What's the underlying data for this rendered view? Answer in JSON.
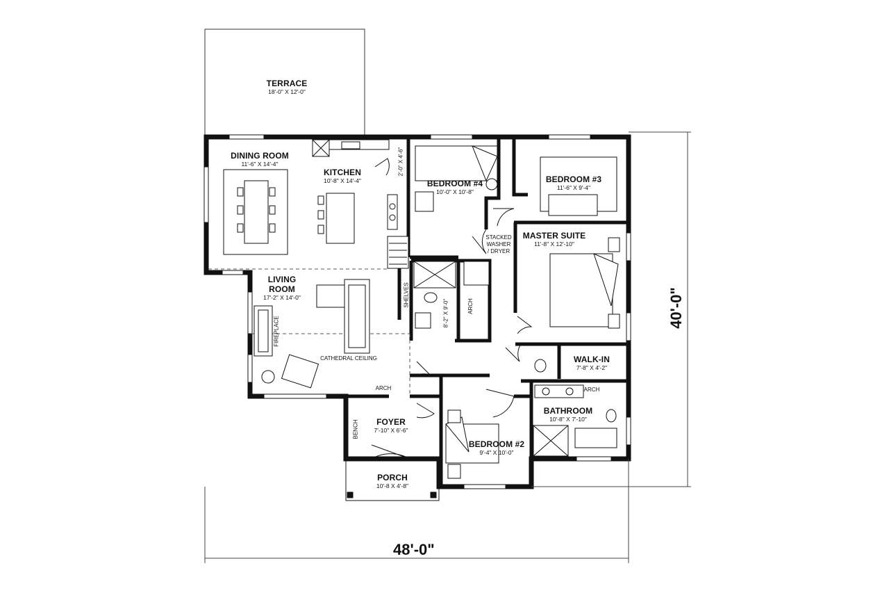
{
  "rooms": {
    "terrace": {
      "name": "TERRACE",
      "dim": "18'-0\" X 12'-0\""
    },
    "dining": {
      "name": "DINING ROOM",
      "dim": "11'-6\" X 14'-4\""
    },
    "kitchen": {
      "name": "KITCHEN",
      "dim": "10'-8\" X 14'-4\""
    },
    "bedroom4": {
      "name": "BEDROOM #4",
      "dim": "10'-0\" X 10'-8\""
    },
    "bedroom3": {
      "name": "BEDROOM #3",
      "dim": "11'-6\" X 9'-4\""
    },
    "master": {
      "name": "MASTER SUITE",
      "dim": "11'-8\" X 12'-10\""
    },
    "living": {
      "name1": "LIVING",
      "name2": "ROOM",
      "dim": "17'-2\" X 14'-0\""
    },
    "walkin": {
      "name": "WALK-IN",
      "dim": "7'-8\" X 4'-2\""
    },
    "bathroom": {
      "name": "BATHROOM",
      "dim": "10'-8\" X 7'-10\""
    },
    "foyer": {
      "name": "FOYER",
      "dim": "7'-10\" X 6'-6\""
    },
    "bedroom2": {
      "name": "BEDROOM #2",
      "dim": "9'-4\" X 10'-0\""
    },
    "porch": {
      "name": "PORCH",
      "dim": "10'-8 X 4'-8\""
    },
    "bath2": {
      "dim": "8'-2\" X 9'-0\""
    }
  },
  "notes": {
    "closet": "2'-0\" X 4'-6\"",
    "stacked1": "STACKED",
    "stacked2": "WASHER",
    "stacked3": "/ DRYER",
    "shelves": "SHELVES",
    "arch": "ARCH",
    "fireplace": "FIREPLACE",
    "cathedral": "CATHEDRAL CEILING",
    "bench": "BENCH"
  },
  "dimensions": {
    "width": "48'-0\"",
    "depth": "40'-0\""
  }
}
